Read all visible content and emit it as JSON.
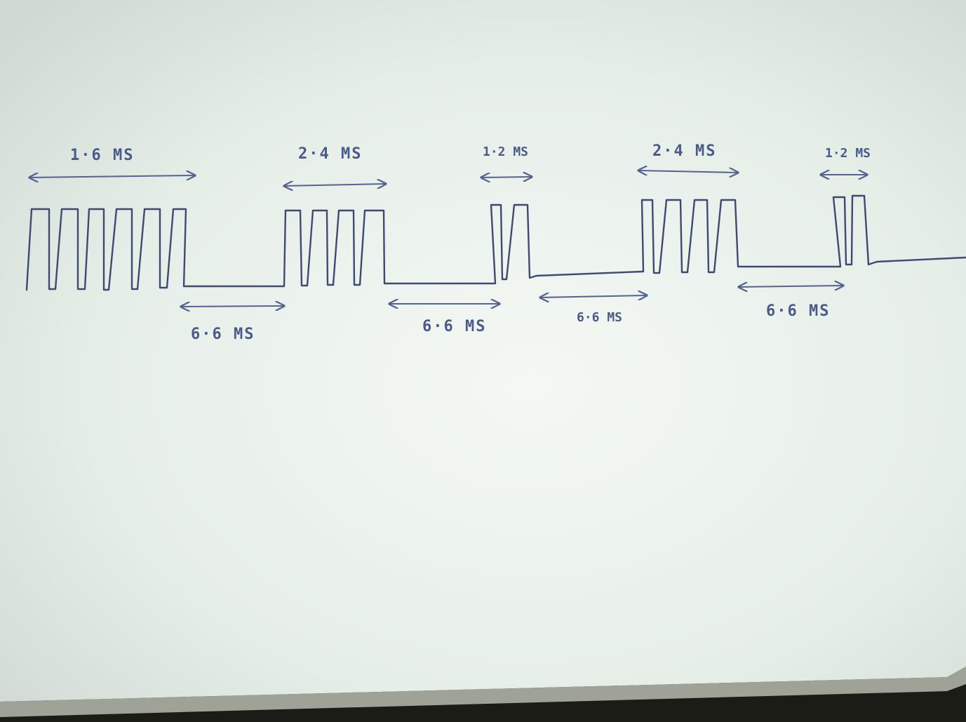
{
  "labels": {
    "top_1": "1·6 MS",
    "top_2": "2·4 MS",
    "top_3": "1·2 MS",
    "top_4": "2·4 MS",
    "top_5": "1·2 MS",
    "bottom_1": "6·6 MS",
    "bottom_2": "6·6 MS",
    "bottom_3": "6·6 MS",
    "bottom_4": "6·6 MS"
  },
  "colors": {
    "paper": "#eef3ee",
    "ink": "#3f4a72"
  }
}
